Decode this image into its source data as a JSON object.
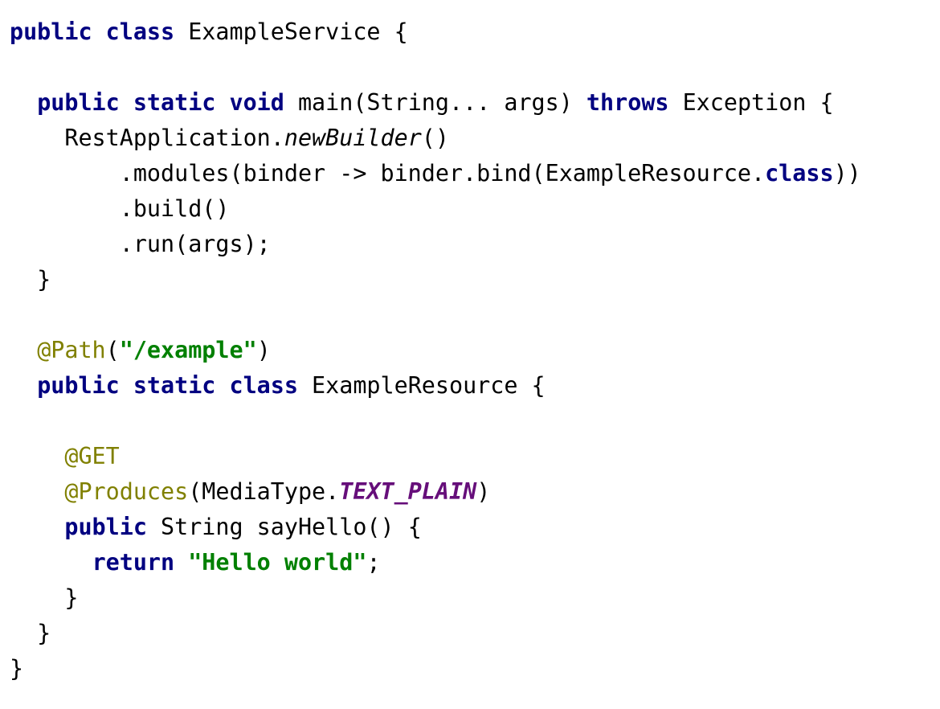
{
  "colors": {
    "background": "#ffffff",
    "text": "#000000",
    "keyword": "#000080",
    "string": "#008000",
    "annotation": "#808000",
    "constant": "#660e7a"
  },
  "code": {
    "language": "java",
    "lines": [
      [
        {
          "t": "public",
          "k": "kw"
        },
        {
          "t": " "
        },
        {
          "t": "class",
          "k": "kw"
        },
        {
          "t": " ExampleService {"
        }
      ],
      [],
      [
        {
          "t": "  "
        },
        {
          "t": "public",
          "k": "kw"
        },
        {
          "t": " "
        },
        {
          "t": "static",
          "k": "kw"
        },
        {
          "t": " "
        },
        {
          "t": "void",
          "k": "kw"
        },
        {
          "t": " main(String... args) "
        },
        {
          "t": "throws",
          "k": "kw"
        },
        {
          "t": " Exception {"
        }
      ],
      [
        {
          "t": "    RestApplication."
        },
        {
          "t": "newBuilder",
          "k": "it"
        },
        {
          "t": "()"
        }
      ],
      [
        {
          "t": "        .modules(binder -> binder.bind(ExampleResource."
        },
        {
          "t": "class",
          "k": "kw"
        },
        {
          "t": "))"
        }
      ],
      [
        {
          "t": "        .build()"
        }
      ],
      [
        {
          "t": "        .run(args);"
        }
      ],
      [
        {
          "t": "  }"
        }
      ],
      [],
      [
        {
          "t": "  "
        },
        {
          "t": "@Path",
          "k": "ann"
        },
        {
          "t": "("
        },
        {
          "t": "\"/example\"",
          "k": "str"
        },
        {
          "t": ")"
        }
      ],
      [
        {
          "t": "  "
        },
        {
          "t": "public",
          "k": "kw"
        },
        {
          "t": " "
        },
        {
          "t": "static",
          "k": "kw"
        },
        {
          "t": " "
        },
        {
          "t": "class",
          "k": "kw"
        },
        {
          "t": " ExampleResource {"
        }
      ],
      [],
      [
        {
          "t": "    "
        },
        {
          "t": "@GET",
          "k": "ann"
        }
      ],
      [
        {
          "t": "    "
        },
        {
          "t": "@Produces",
          "k": "ann"
        },
        {
          "t": "(MediaType."
        },
        {
          "t": "TEXT_PLAIN",
          "k": "const"
        },
        {
          "t": ")"
        }
      ],
      [
        {
          "t": "    "
        },
        {
          "t": "public",
          "k": "kw"
        },
        {
          "t": " String sayHello() {"
        }
      ],
      [
        {
          "t": "      "
        },
        {
          "t": "return",
          "k": "kw"
        },
        {
          "t": " "
        },
        {
          "t": "\"Hello world\"",
          "k": "str"
        },
        {
          "t": ";"
        }
      ],
      [
        {
          "t": "    }"
        }
      ],
      [
        {
          "t": "  }"
        }
      ],
      [
        {
          "t": "}"
        }
      ]
    ]
  }
}
